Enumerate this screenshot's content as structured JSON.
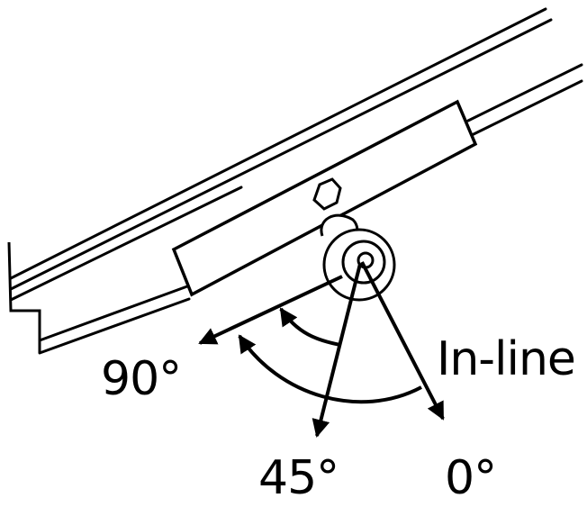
{
  "labels": {
    "angle_90": "90°",
    "angle_45": "45°",
    "angle_0": "0°",
    "inline": "In-line"
  },
  "colors": {
    "ink": "#000000",
    "paper": "#ffffff"
  }
}
